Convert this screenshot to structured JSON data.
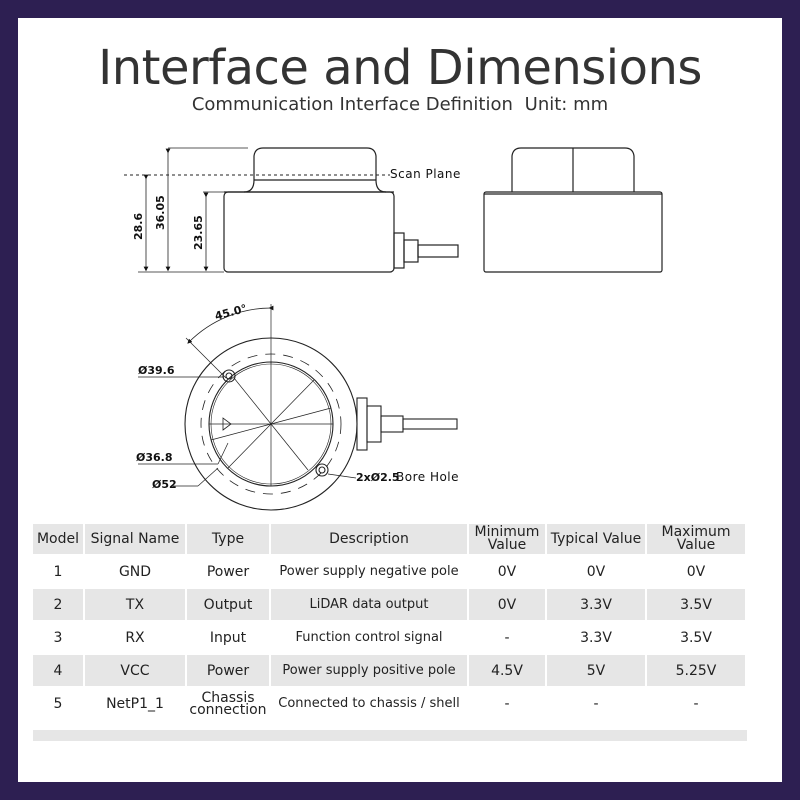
{
  "header": {
    "title": "Interface and Dimensions",
    "subtitle": "Communication Interface Definition",
    "unit": "Unit: mm"
  },
  "drawing": {
    "dimensions": {
      "h1": "28.6",
      "h2": "36.05",
      "h3": "23.65",
      "angle": "45.0°",
      "d1": "Ø39.6",
      "d2": "Ø36.8",
      "d3": "Ø52",
      "bore": "2xØ2.5"
    },
    "labels": {
      "scan_plane": "Scan Plane",
      "bore_hole": "Bore Hole"
    }
  },
  "table": {
    "headers": {
      "model": "Model",
      "signal": "Signal Name",
      "type": "Type",
      "desc": "Description",
      "min": "Minimum Value",
      "typ": "Typical Value",
      "max": "Maximum Value"
    },
    "rows": [
      {
        "model": "1",
        "signal": "GND",
        "type": "Power",
        "desc": "Power supply negative pole",
        "min": "0V",
        "typ": "0V",
        "max": "0V"
      },
      {
        "model": "2",
        "signal": "TX",
        "type": "Output",
        "desc": "LiDAR data output",
        "min": "0V",
        "typ": "3.3V",
        "max": "3.5V"
      },
      {
        "model": "3",
        "signal": "RX",
        "type": "Input",
        "desc": "Function control signal",
        "min": "-",
        "typ": "3.3V",
        "max": "3.5V"
      },
      {
        "model": "4",
        "signal": "VCC",
        "type": "Power",
        "desc": "Power supply positive pole",
        "min": "4.5V",
        "typ": "5V",
        "max": "5.25V"
      },
      {
        "model": "5",
        "signal": "NetP1_1",
        "type": "Chassis connection",
        "desc": "Connected to chassis / shell",
        "min": "-",
        "typ": "-",
        "max": "-"
      }
    ]
  }
}
